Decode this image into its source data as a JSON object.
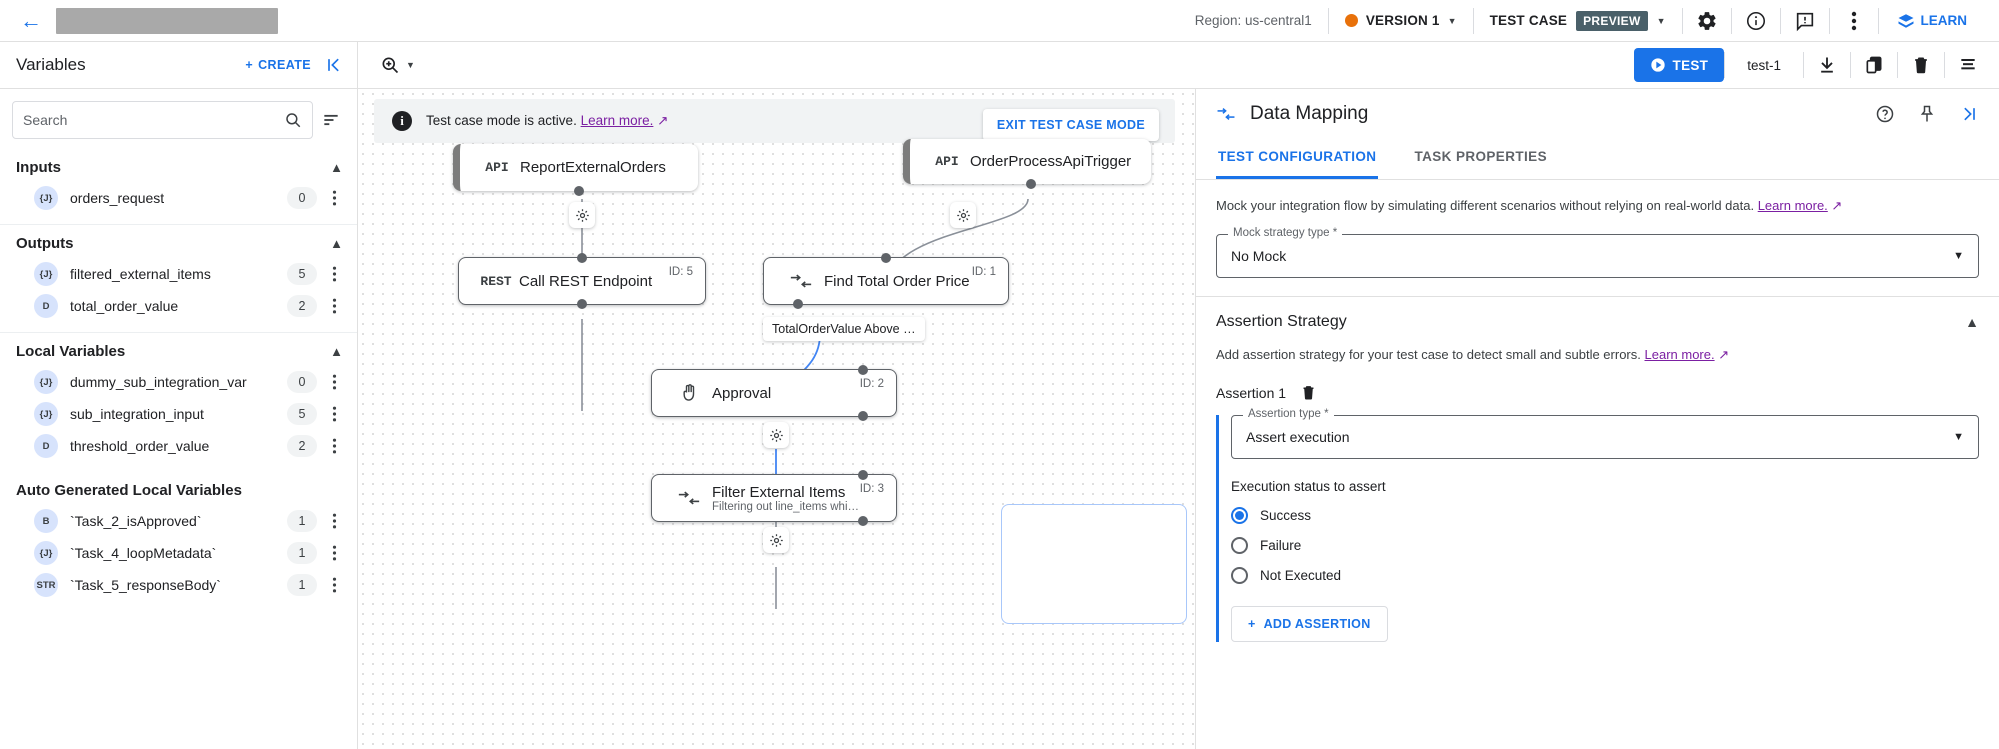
{
  "topbar": {
    "back_icon": "arrow-left-icon",
    "region": "Region: us-central1",
    "version": "VERSION 1",
    "test_case_label": "TEST CASE",
    "preview_badge": "PREVIEW",
    "learn": "LEARN",
    "icons": [
      "gear-icon",
      "info-icon",
      "feedback-icon",
      "more-vert-icon"
    ],
    "accent": "#1a73e8",
    "version_dot_color": "#e8710a",
    "preview_badge_color": "#4a6069"
  },
  "subbar": {
    "panel_title": "Variables",
    "create_label": "CREATE",
    "collapse_icon": "collapse-left-icon",
    "zoom_icon": "zoom-in-icon",
    "test_label": "TEST",
    "test_name": "test-1",
    "right_icons": [
      "download-icon",
      "copy-icon",
      "delete-icon",
      "list-icon"
    ]
  },
  "sidebar": {
    "search": {
      "value": "",
      "placeholder": "Search"
    },
    "sort_icon": "sort-icon",
    "groups": [
      {
        "title": "Inputs",
        "expanded": true,
        "items": [
          {
            "type": "{J}",
            "name": "orders_request",
            "count": "0"
          }
        ]
      },
      {
        "title": "Outputs",
        "expanded": true,
        "items": [
          {
            "type": "{J}",
            "name": "filtered_external_items",
            "count": "5"
          },
          {
            "type": "D",
            "name": "total_order_value",
            "count": "2"
          }
        ]
      },
      {
        "title": "Local Variables",
        "expanded": true,
        "items": [
          {
            "type": "{J}",
            "name": "dummy_sub_integration_var",
            "count": "0"
          },
          {
            "type": "{J}",
            "name": "sub_integration_input",
            "count": "5"
          },
          {
            "type": "D",
            "name": "threshold_order_value",
            "count": "2"
          }
        ]
      },
      {
        "title": "Auto Generated Local Variables",
        "expanded": true,
        "items": [
          {
            "type": "B",
            "name": "`Task_2_isApproved`",
            "count": "1"
          },
          {
            "type": "{J}",
            "name": "`Task_4_loopMetadata`",
            "count": "1"
          },
          {
            "type": "STR",
            "name": "`Task_5_responseBody`",
            "count": "1"
          }
        ]
      }
    ]
  },
  "canvas": {
    "banner": {
      "icon": "info-icon",
      "text": "Test case mode is active.",
      "link": "Learn more.",
      "link_color": "#7b1fa2"
    },
    "exit_button": "EXIT TEST CASE MODE",
    "nodes": [
      {
        "icon": "API",
        "title": "ReportExternalOrders",
        "subtitle": "",
        "id": ""
      },
      {
        "icon": "API",
        "title": "OrderProcessApiTrigger",
        "subtitle": "",
        "id": ""
      },
      {
        "icon": "REST",
        "title": "Call REST Endpoint",
        "subtitle": "",
        "id": "ID: 5"
      },
      {
        "icon": "mapping-icon",
        "title": "Find Total Order Price",
        "subtitle": "",
        "id": "ID: 1"
      },
      {
        "icon": "approval-hand-icon",
        "title": "Approval",
        "subtitle": "",
        "id": "ID: 2"
      },
      {
        "icon": "mapping-icon",
        "title": "Filter External Items",
        "subtitle": "Filtering out line_items whi…",
        "id": "ID: 3"
      }
    ],
    "edge_label": "TotalOrderValue Above …"
  },
  "right_panel": {
    "icon": "data-mapping-icon",
    "title": "Data Mapping",
    "head_icons": [
      "help-icon",
      "pin-icon",
      "collapse-right-icon"
    ],
    "tabs": [
      {
        "label": "TEST CONFIGURATION",
        "active": true
      },
      {
        "label": "TASK PROPERTIES",
        "active": false
      }
    ],
    "mock": {
      "description": "Mock your integration flow by simulating different scenarios without relying on real-world data.",
      "link": "Learn more.",
      "field_label": "Mock strategy type *",
      "field_value": "No Mock"
    },
    "assertion": {
      "section_title": "Assertion Strategy",
      "description": "Add assertion strategy for your test case to detect small and subtle errors.",
      "link": "Learn more.",
      "item_label": "Assertion 1",
      "delete_icon": "trash-icon",
      "type_label": "Assertion type *",
      "type_value": "Assert execution",
      "exec_label": "Execution status to assert",
      "options": [
        {
          "label": "Success",
          "selected": true
        },
        {
          "label": "Failure",
          "selected": false
        },
        {
          "label": "Not Executed",
          "selected": false
        }
      ],
      "add_label": "ADD ASSERTION"
    }
  }
}
